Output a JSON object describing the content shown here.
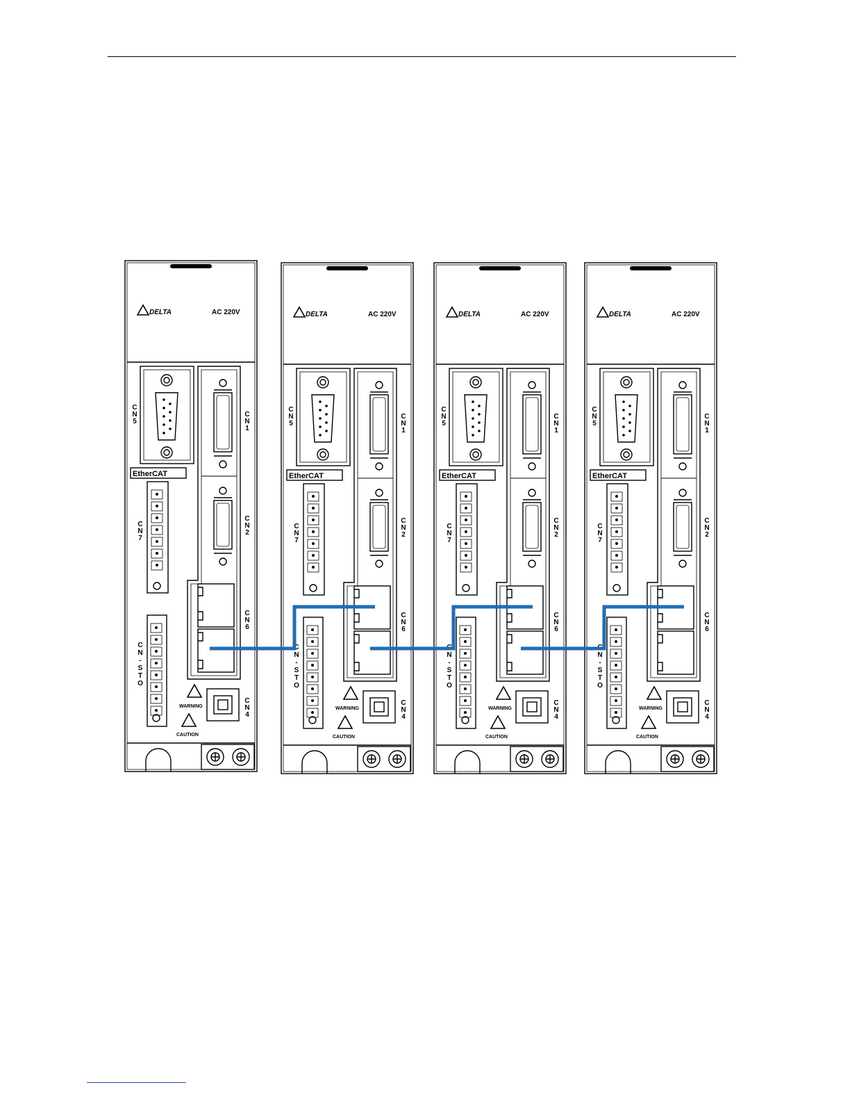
{
  "drives": [
    {
      "brand": "DELTA",
      "voltage": "AC 220V",
      "ethercat": "EtherCAT",
      "labels": {
        "cn5": "CN5",
        "cn1": "CN1",
        "cn2": "CN2",
        "cn6": "CN6",
        "cn7": "CN7",
        "cnsto": "CN-STO",
        "cn4": "CN4"
      },
      "warning": "WARNING",
      "caution": "CAUTION"
    },
    {
      "brand": "DELTA",
      "voltage": "AC 220V",
      "ethercat": "EtherCAT",
      "labels": {
        "cn5": "CN5",
        "cn1": "CN1",
        "cn2": "CN2",
        "cn6": "CN6",
        "cn7": "CN7",
        "cnsto": "CN-STO",
        "cn4": "CN4"
      },
      "warning": "WARNING",
      "caution": "CAUTION"
    },
    {
      "brand": "DELTA",
      "voltage": "AC 220V",
      "ethercat": "EtherCAT",
      "labels": {
        "cn5": "CN5",
        "cn1": "CN1",
        "cn2": "CN2",
        "cn6": "CN6",
        "cn7": "CN7",
        "cnsto": "CN-STO",
        "cn4": "CN4"
      },
      "warning": "WARNING",
      "caution": "CAUTION"
    },
    {
      "brand": "DELTA",
      "voltage": "AC 220V",
      "ethercat": "EtherCAT",
      "labels": {
        "cn5": "CN5",
        "cn1": "CN1",
        "cn2": "CN2",
        "cn6": "CN6",
        "cn7": "CN7",
        "cnsto": "CN-STO",
        "cn4": "CN4"
      },
      "warning": "WARNING",
      "caution": "CAUTION"
    }
  ],
  "colors": {
    "cable": "#1f6db4",
    "outline": "#000000"
  },
  "connections": [
    {
      "from_drive": 1,
      "from_port": "CN6 lower",
      "to_drive": 2,
      "to_port": "CN6 upper"
    },
    {
      "from_drive": 2,
      "from_port": "CN6 lower",
      "to_drive": 3,
      "to_port": "CN6 upper"
    },
    {
      "from_drive": 3,
      "from_port": "CN6 lower",
      "to_drive": 4,
      "to_port": "CN6 upper"
    }
  ]
}
